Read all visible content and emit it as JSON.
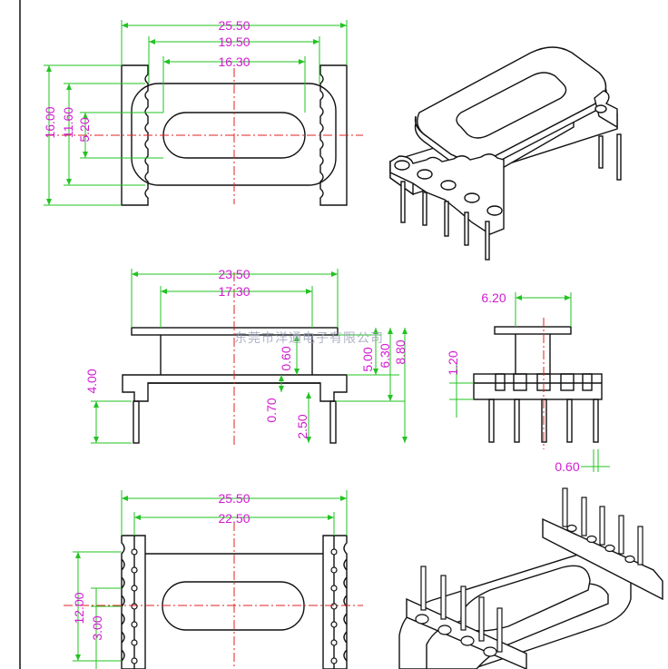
{
  "watermark": "东莞市洋通电子有限公司",
  "colors": {
    "outline": "#111111",
    "dimension": "#22c322",
    "dimension_text": "#d21ad2",
    "centerline": "#e02020",
    "watermark": "#9aa0b8"
  },
  "top_view": {
    "dims": {
      "overall_width": "25.50",
      "inner_width": "19.50",
      "window_width": "16.30",
      "overall_height": "16.00",
      "inner_height": "11.60",
      "window_height": "5.20"
    }
  },
  "front_view": {
    "dims": {
      "flange_width": "23.50",
      "core_width": "17.30",
      "pin_height": "4.00",
      "flange_thickness_top": "0.60",
      "flange_thickness_bottom": "0.70",
      "pin_length": "2.50",
      "winding_height": "5.00",
      "height_6": "6.30",
      "overall_height": "8.80"
    }
  },
  "side_view": {
    "dims": {
      "flange_depth": "6.20",
      "base_height": "1.20",
      "pin_diameter": "0.60"
    }
  },
  "bottom_view": {
    "dims": {
      "overall_width": "25.50",
      "rail_width": "22.50",
      "pin_span": "12.00",
      "pin_pitch": "3.00"
    }
  }
}
